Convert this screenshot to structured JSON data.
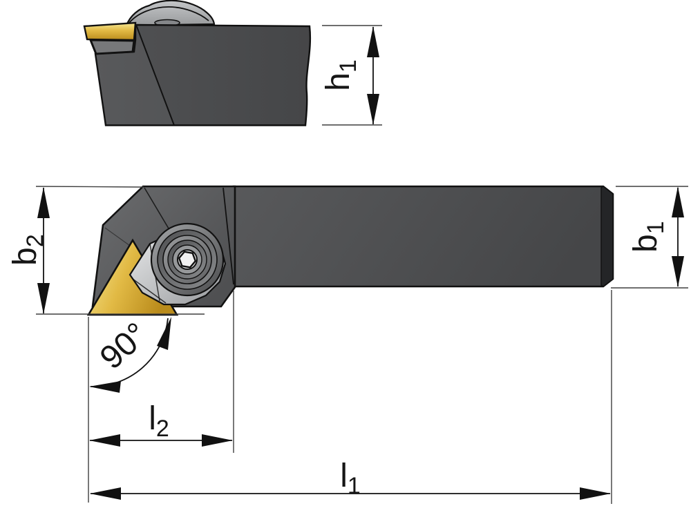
{
  "drawing": {
    "labels": {
      "h1": {
        "base": "h",
        "sub": "1"
      },
      "b2": {
        "base": "b",
        "sub": "2"
      },
      "b1": {
        "base": "b",
        "sub": "1"
      },
      "l2": {
        "base": "l",
        "sub": "2"
      },
      "l1": {
        "base": "l",
        "sub": "1"
      },
      "angle": "90°"
    },
    "colors": {
      "insert_gold_light": "#f6e896",
      "insert_gold_mid": "#e2ba45",
      "insert_gold_dark": "#ba8c1c",
      "steel_light": "#6b6c6e",
      "steel_mid": "#58595b",
      "steel_dark": "#454648",
      "shank_end_dark": "#242527",
      "clamp_light": "#e8e9ea",
      "clamp_mid": "#b9bbbd",
      "clamp_dark": "#94969a",
      "screw_core_light": "#d9dadb",
      "hex_socket": "#f1f1f1",
      "outline": "#111111",
      "ext_line": "#3f3f3f"
    }
  }
}
